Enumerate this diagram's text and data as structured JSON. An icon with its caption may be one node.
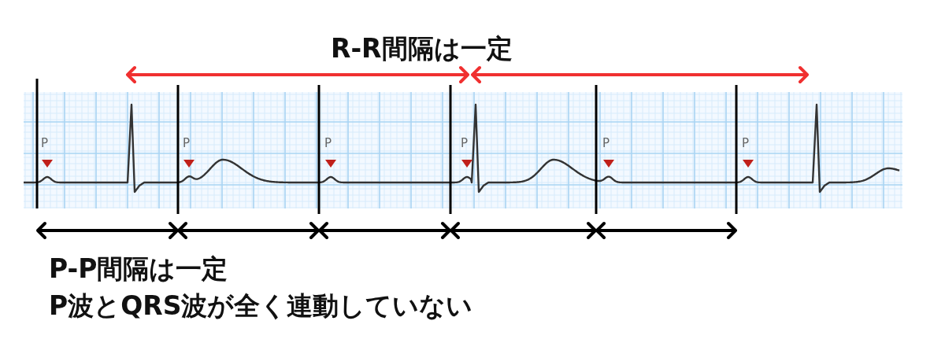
{
  "diagram": {
    "labels": [
      "R-R間隔は一定",
      "P",
      "P",
      "P",
      "P",
      "P",
      "P",
      "P-P間隔は一定",
      "P波とQRS波が全く連動していない"
    ]
  }
}
